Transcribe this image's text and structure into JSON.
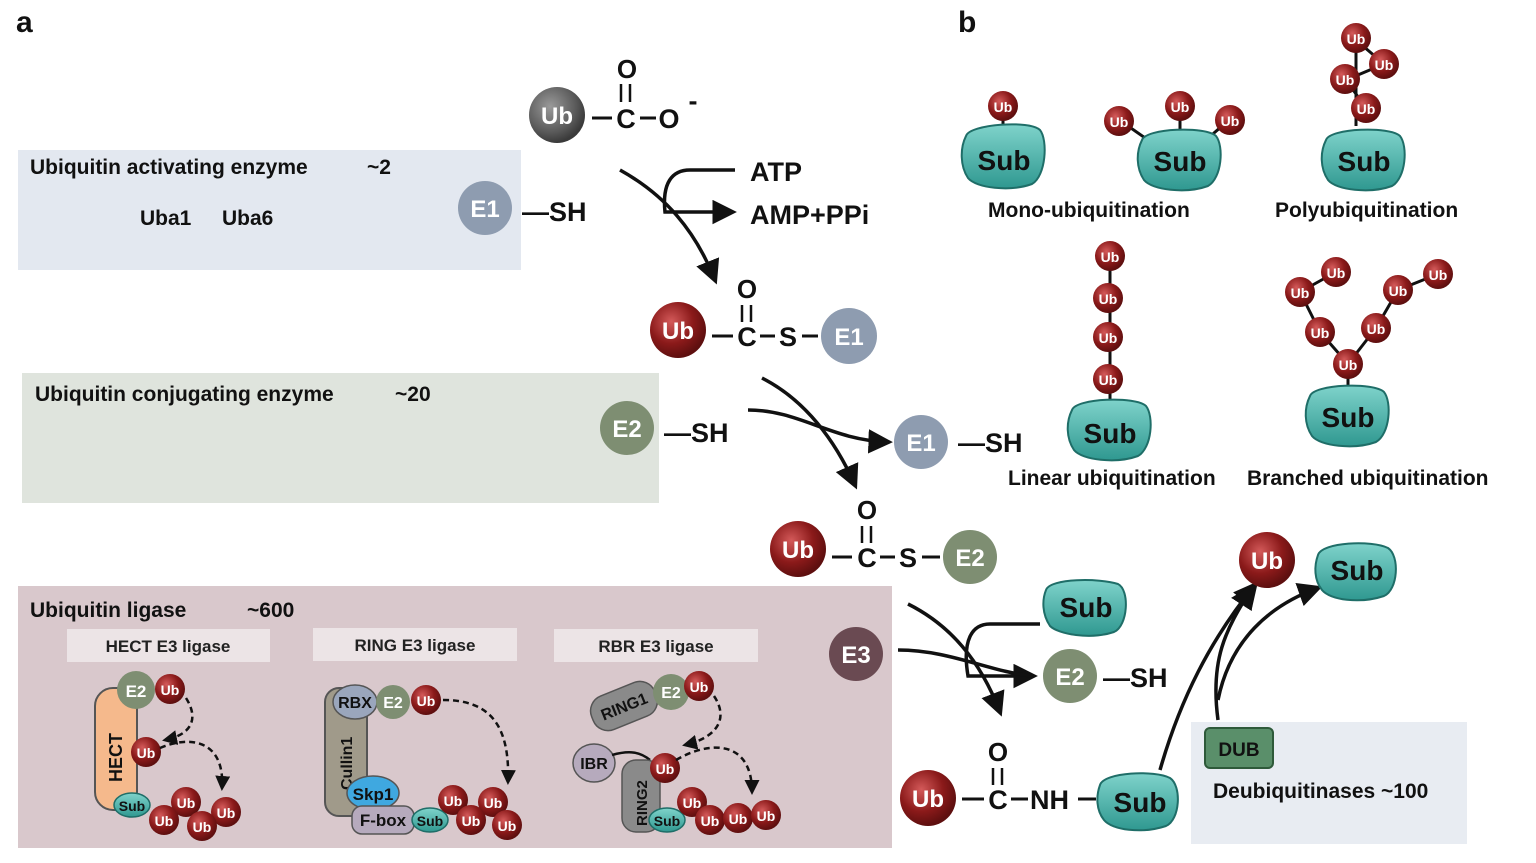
{
  "panels": {
    "a": "a",
    "b": "b"
  },
  "colors": {
    "ub": "#8b1a1a",
    "ub_light": "#c04040",
    "sub": "#3aa7a0",
    "sub_light": "#6cc7bf",
    "e1": "#8e9cb0",
    "e2": "#7e8e72",
    "e3": "#6a4a52",
    "e1_box": "#e3e8f0",
    "e2_box": "#dfe4dd",
    "e3_box": "#d9c8cc",
    "dub_box": "#e8ecf2",
    "dub": "#5a8f6a",
    "hect": "#f5b98c",
    "cullin": "#a09a8a",
    "skp1": "#3fa8e0",
    "rbx": "#9aa6bc",
    "fbox": "#b6aabd"
  },
  "e1_box": {
    "title": "Ubiquitin activating enzyme",
    "count": "~2",
    "items": [
      "Uba1",
      "Uba6"
    ]
  },
  "e2_box": {
    "title": "Ubiquitin conjugating  enzyme",
    "count": "~20"
  },
  "e3_box": {
    "title": "Ubiquitin  ligase",
    "count": "~600",
    "types": [
      {
        "label": "HECT E3 ligase"
      },
      {
        "label": "RING E3 ligase"
      },
      {
        "label": "RBR E3 ligase"
      }
    ]
  },
  "dub_box": {
    "badge": "DUB",
    "label": "Deubiquitinases ~100"
  },
  "molecules": {
    "ub": "Ub",
    "sub": "Sub",
    "e1": "E1",
    "e2": "E2",
    "e3": "E3",
    "sh": "—SH",
    "o": "O",
    "c": "C",
    "s": "S",
    "nh": "NH",
    "minus": "-",
    "atp": "ATP",
    "amp": "AMP+PPi",
    "hect": "HECT",
    "rbx": "RBX",
    "cullin": "Cullin1",
    "skp1": "Skp1",
    "fbox": "F-box",
    "ring1": "RING1",
    "ring2": "RING2",
    "ibr": "IBR"
  },
  "panel_b": {
    "mono": "Mono-ubiquitination",
    "poly": "Polyubiquitination",
    "linear": "Linear ubiquitination",
    "branched": "Branched ubiquitination"
  }
}
